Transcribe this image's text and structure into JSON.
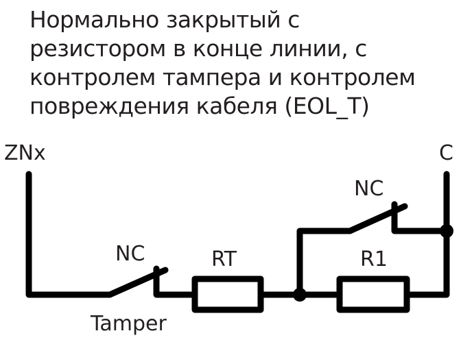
{
  "title": {
    "lines": [
      "Нормально закрытый с",
      "резистором в конце линии, с",
      "контролем тампера и контролем",
      "повреждения кабеля (EOL_T)"
    ]
  },
  "diagram": {
    "terminal_left": "ZNx",
    "terminal_right": "C",
    "tamper_switch": {
      "state_label": "NC",
      "name": "Tamper"
    },
    "resistor_rt": "RT",
    "resistor_r1": "R1",
    "damage_switch": {
      "state_label": "NC"
    },
    "colors": {
      "line": "#000000",
      "text": "#231f20",
      "background": "#ffffff"
    }
  }
}
